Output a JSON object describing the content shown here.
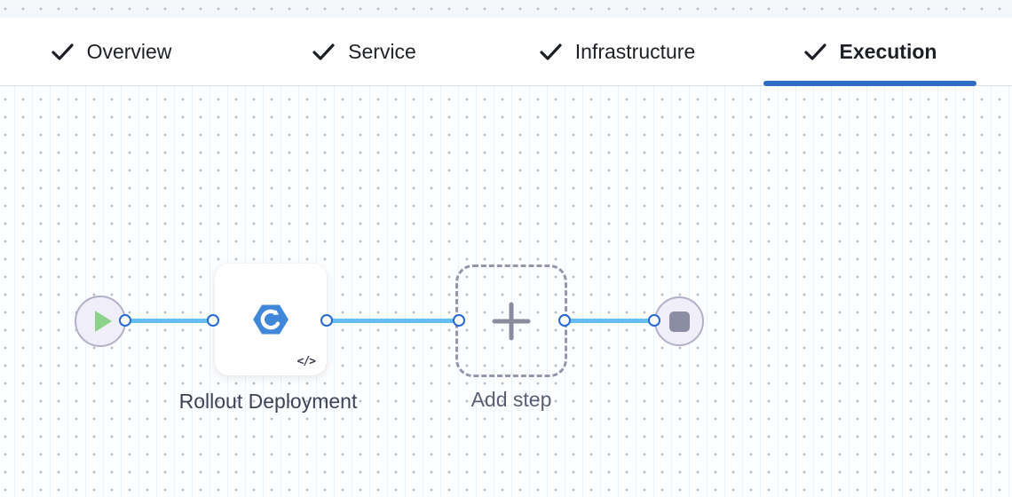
{
  "header": {
    "tabs": [
      {
        "label": "Overview",
        "checked": true,
        "active": false
      },
      {
        "label": "Service",
        "checked": true,
        "active": false
      },
      {
        "label": "Infrastructure",
        "checked": true,
        "active": false
      },
      {
        "label": "Execution",
        "checked": true,
        "active": true
      }
    ]
  },
  "canvas": {
    "nodes": {
      "start": {
        "icon": "play-icon"
      },
      "step": {
        "label": "Rollout Deployment",
        "icon": "rollout-deployment-hexagon-icon",
        "badge_text": "</>"
      },
      "add_step": {
        "label": "Add step",
        "icon": "plus-icon"
      },
      "end": {
        "icon": "stop-icon"
      }
    }
  },
  "colors": {
    "accent_blue": "#2f6dc4",
    "connector_blue": "#64bef3",
    "port_border_blue": "#2569d2",
    "hexagon_blue": "#3f87d9",
    "play_green": "#8bd38b",
    "stop_gray": "#8b8da3",
    "node_fill": "#f0eef8",
    "dashed_border": "#9795ad"
  }
}
